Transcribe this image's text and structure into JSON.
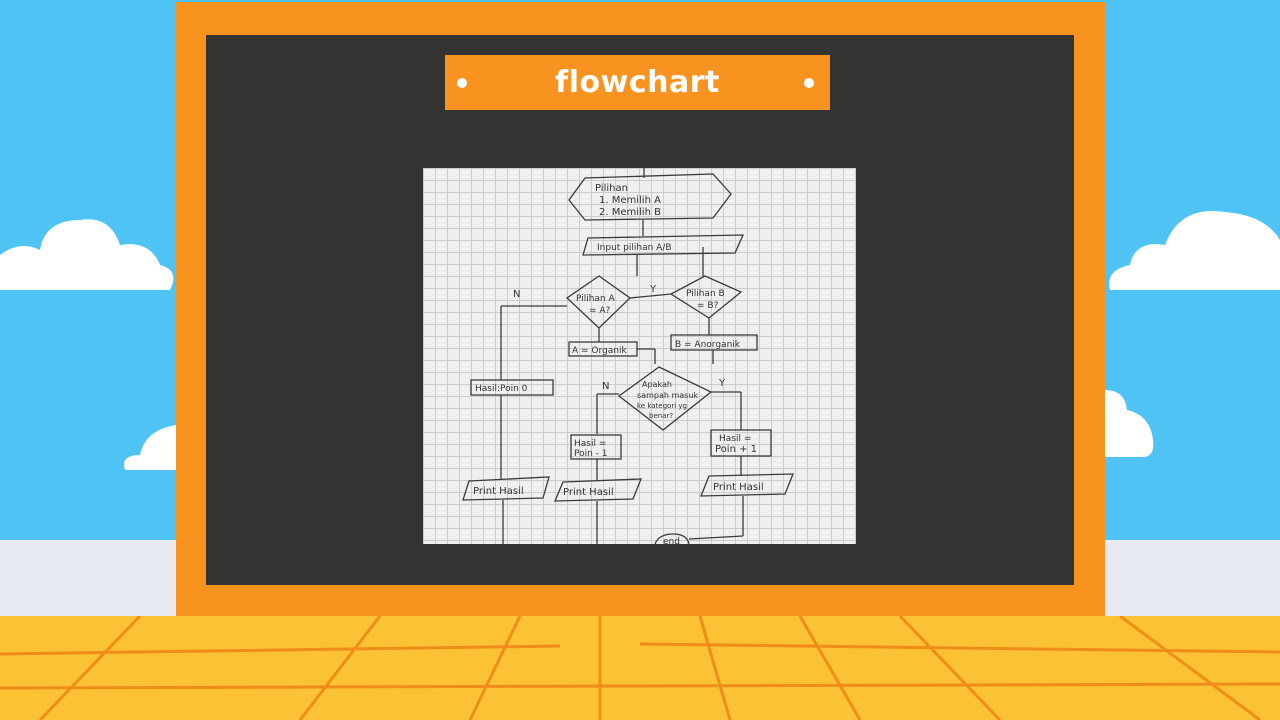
{
  "scene": {
    "colors": {
      "sky": "#4fc3f3",
      "frame": "#f7931e",
      "board": "#333331",
      "floor": "#fcc235",
      "floor_lines": "#f08c18",
      "wall": "#e8eaf2"
    }
  },
  "title": "flowchart",
  "flowchart": {
    "choices_title": "Pilihan",
    "choice_1": "1. Memilih A",
    "choice_2": "2. Memilih B",
    "input_label": "Input pilihan A/B",
    "decision_a_line1": "Pilihan A",
    "decision_a_line2": "= A?",
    "decision_b_line1": "Pilihan B",
    "decision_b_line2": "= B?",
    "organic_label": "A = Organik",
    "anorganic_label": "B = Anorganik",
    "check_line1": "Apakah",
    "check_line2": "sampah masuk",
    "check_line3": "ke kategori yg",
    "check_line4": "benar?",
    "result_zero": "Hasil:Poin 0",
    "result_minus_line1": "Hasil =",
    "result_minus_line2": "Poin - 1",
    "result_plus_line1": "Hasil =",
    "result_plus_line2": "Poin + 1",
    "print_result_1": "Print Hasil",
    "print_result_2": "Print Hasil",
    "print_result_3": "Print Hasil",
    "end_label": "end",
    "label_n_left": "N",
    "label_y_top": "Y",
    "label_n_mid": "N",
    "label_y_right": "Y"
  }
}
